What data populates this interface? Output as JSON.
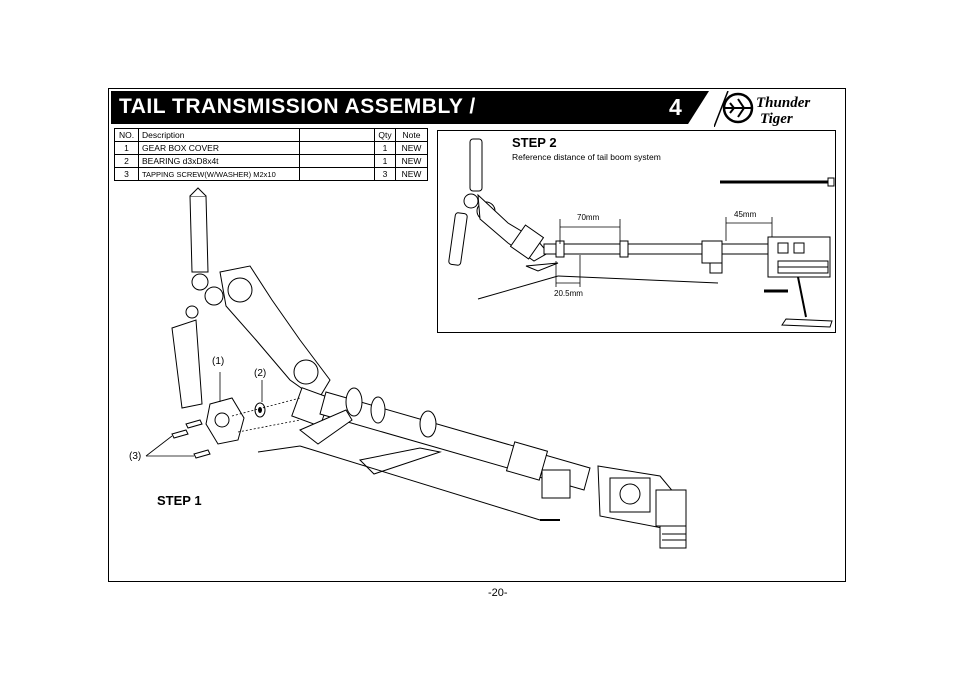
{
  "header": {
    "title": "TAIL TRANSMISSION ASSEMBLY /",
    "step_number": "4",
    "logo_text_line1": "Thunder",
    "logo_text_line2": "Tiger"
  },
  "parts_table": {
    "headers": [
      "NO.",
      "Description",
      "",
      "Qty",
      "Note"
    ],
    "rows": [
      {
        "no": "1",
        "description": "GEAR BOX COVER",
        "qty": "1",
        "note": "NEW"
      },
      {
        "no": "2",
        "description": "BEARING d3xD8x4t",
        "qty": "1",
        "note": "NEW"
      },
      {
        "no": "3",
        "description": "TAPPING SCREW(W/WASHER) M2x10",
        "qty": "3",
        "note": "NEW"
      }
    ]
  },
  "step2": {
    "label": "STEP 2",
    "subtitle": "Reference distance of tail boom system",
    "dim_70": "70mm",
    "dim_45": "45mm",
    "dim_205": "20.5mm"
  },
  "step1": {
    "label": "STEP 1",
    "callout_1": "(1)",
    "callout_2": "(2)",
    "callout_3": "(3)"
  },
  "footer": {
    "page_number": "-20-"
  }
}
